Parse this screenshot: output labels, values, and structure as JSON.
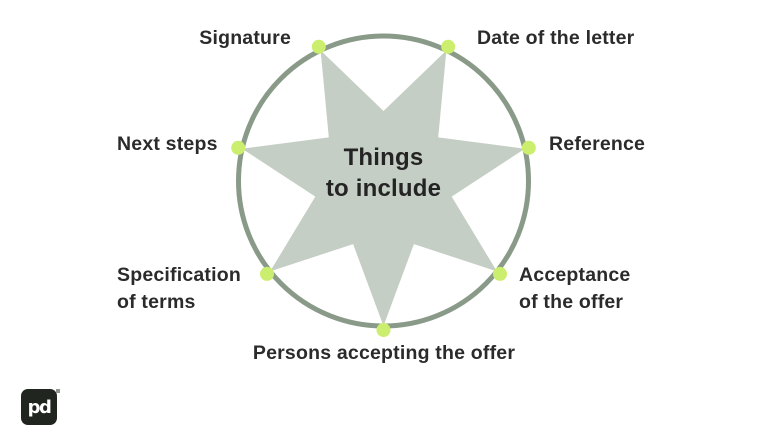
{
  "diagram": {
    "center": {
      "line1": "Things",
      "line2": "to include"
    },
    "labels": [
      {
        "id": "signature",
        "text": "Signature"
      },
      {
        "id": "date-of-the-letter",
        "text": "Date of the letter"
      },
      {
        "id": "next-steps",
        "text": "Next steps"
      },
      {
        "id": "reference",
        "text": "Reference"
      },
      {
        "id": "specification-of-terms",
        "text": "Specification of terms"
      },
      {
        "id": "acceptance-of-the-offer",
        "text": "Acceptance of the offer"
      },
      {
        "id": "persons-accepting-the-offer",
        "text": "Persons accepting the offer"
      }
    ],
    "colors": {
      "circle_stroke": "#8a9a88",
      "star_fill": "#c5cec5",
      "node_dot": "#cbee6e",
      "label_text": "#2b2b2b"
    }
  },
  "logo": {
    "text": "pd"
  }
}
